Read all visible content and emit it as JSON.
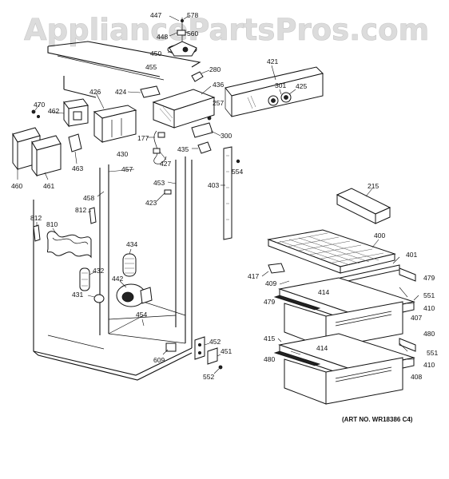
{
  "watermark": "AppliancePartsPros.com",
  "art_number": "(ART NO. WR18386 C4)",
  "callouts": [
    {
      "id": "447",
      "text": "447"
    },
    {
      "id": "578",
      "text": "578"
    },
    {
      "id": "448",
      "text": "448"
    },
    {
      "id": "560",
      "text": "560"
    },
    {
      "id": "450",
      "text": "450"
    },
    {
      "id": "455",
      "text": "455"
    },
    {
      "id": "280",
      "text": "280"
    },
    {
      "id": "421",
      "text": "421"
    },
    {
      "id": "301",
      "text": "301"
    },
    {
      "id": "425",
      "text": "425"
    },
    {
      "id": "436",
      "text": "436"
    },
    {
      "id": "426",
      "text": "426"
    },
    {
      "id": "424",
      "text": "424"
    },
    {
      "id": "470",
      "text": "470"
    },
    {
      "id": "462",
      "text": "462"
    },
    {
      "id": "257",
      "text": "257"
    },
    {
      "id": "300",
      "text": "300"
    },
    {
      "id": "177",
      "text": "177"
    },
    {
      "id": "435",
      "text": "435"
    },
    {
      "id": "430",
      "text": "430"
    },
    {
      "id": "463",
      "text": "463"
    },
    {
      "id": "427",
      "text": "427"
    },
    {
      "id": "457",
      "text": "457"
    },
    {
      "id": "554",
      "text": "554"
    },
    {
      "id": "460",
      "text": "460"
    },
    {
      "id": "461",
      "text": "461"
    },
    {
      "id": "453",
      "text": "453"
    },
    {
      "id": "403",
      "text": "403"
    },
    {
      "id": "215",
      "text": "215"
    },
    {
      "id": "458",
      "text": "458"
    },
    {
      "id": "423",
      "text": "423"
    },
    {
      "id": "812a",
      "text": "812"
    },
    {
      "id": "812b",
      "text": "812"
    },
    {
      "id": "810",
      "text": "810"
    },
    {
      "id": "400",
      "text": "400"
    },
    {
      "id": "434",
      "text": "434"
    },
    {
      "id": "401",
      "text": "401"
    },
    {
      "id": "417",
      "text": "417"
    },
    {
      "id": "479a",
      "text": "479"
    },
    {
      "id": "432",
      "text": "432"
    },
    {
      "id": "409",
      "text": "409"
    },
    {
      "id": "442",
      "text": "442"
    },
    {
      "id": "414a",
      "text": "414"
    },
    {
      "id": "551a",
      "text": "551"
    },
    {
      "id": "479b",
      "text": "479"
    },
    {
      "id": "410a",
      "text": "410"
    },
    {
      "id": "431",
      "text": "431"
    },
    {
      "id": "407",
      "text": "407"
    },
    {
      "id": "454",
      "text": "454"
    },
    {
      "id": "480a",
      "text": "480"
    },
    {
      "id": "415",
      "text": "415"
    },
    {
      "id": "452",
      "text": "452"
    },
    {
      "id": "414b",
      "text": "414"
    },
    {
      "id": "451",
      "text": "451"
    },
    {
      "id": "551b",
      "text": "551"
    },
    {
      "id": "609",
      "text": "609"
    },
    {
      "id": "480b",
      "text": "480"
    },
    {
      "id": "410b",
      "text": "410"
    },
    {
      "id": "552",
      "text": "552"
    },
    {
      "id": "408",
      "text": "408"
    }
  ]
}
